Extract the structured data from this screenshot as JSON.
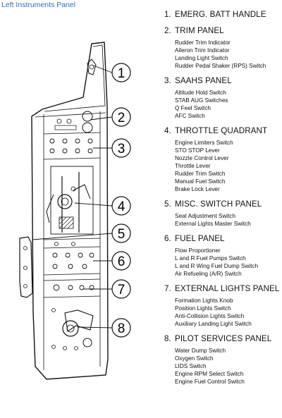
{
  "header": {
    "title": "Left Instruments Panel"
  },
  "callouts": [
    "1",
    "2",
    "3",
    "4",
    "5",
    "6",
    "7",
    "8"
  ],
  "sections": [
    {
      "number": "1.",
      "title": "EMERG. BATT HANDLE",
      "items": []
    },
    {
      "number": "2.",
      "title": "TRIM PANEL",
      "items": [
        "Rudder Trim Indicator",
        "Aileron Trim Indicator",
        "Landing Light Switch",
        "Rudder Pedal Shaker (RPS) Switch"
      ]
    },
    {
      "number": "3.",
      "title": "SAAHS PANEL",
      "items": [
        "Altitude Hold Switch",
        "STAB AUG Switches",
        "Q Feel Switch",
        "AFC Switch"
      ]
    },
    {
      "number": "4.",
      "title": "THROTTLE QUADRANT",
      "items": [
        "Engine Limiters Switch",
        "STO STOP Lever",
        "Nozzle Control Lever",
        "Throttle Lever",
        "Rudder Trim Switch",
        "Manual Fuel Switch",
        "Brake Lock Lever"
      ]
    },
    {
      "number": "5.",
      "title": "MISC. SWITCH PANEL",
      "items": [
        "Seat Adjustment Switch",
        "External Lights Master Switch"
      ]
    },
    {
      "number": "6.",
      "title": "FUEL PANEL",
      "items": [
        "Flow Proportioner",
        "L and R Fuel Pumps Switch",
        "L and R Wing Fuel Dump Switch",
        "Air Refueling (A/R) Switch"
      ]
    },
    {
      "number": "7.",
      "title": "EXTERNAL LIGHTS PANEL",
      "items": [
        "Formation Lights Knob",
        "Position Lights Switch",
        "Anti-Collision Lights Switch",
        "Auxiliary Landing Light Switch"
      ]
    },
    {
      "number": "8.",
      "title": "PILOT SERVICES PANEL",
      "items": [
        "Water Dump Switch",
        "Oxygen Switch",
        "LIDS Switch",
        "Engine RPM Select Switch",
        "Engine Fuel Control Switch"
      ]
    }
  ]
}
